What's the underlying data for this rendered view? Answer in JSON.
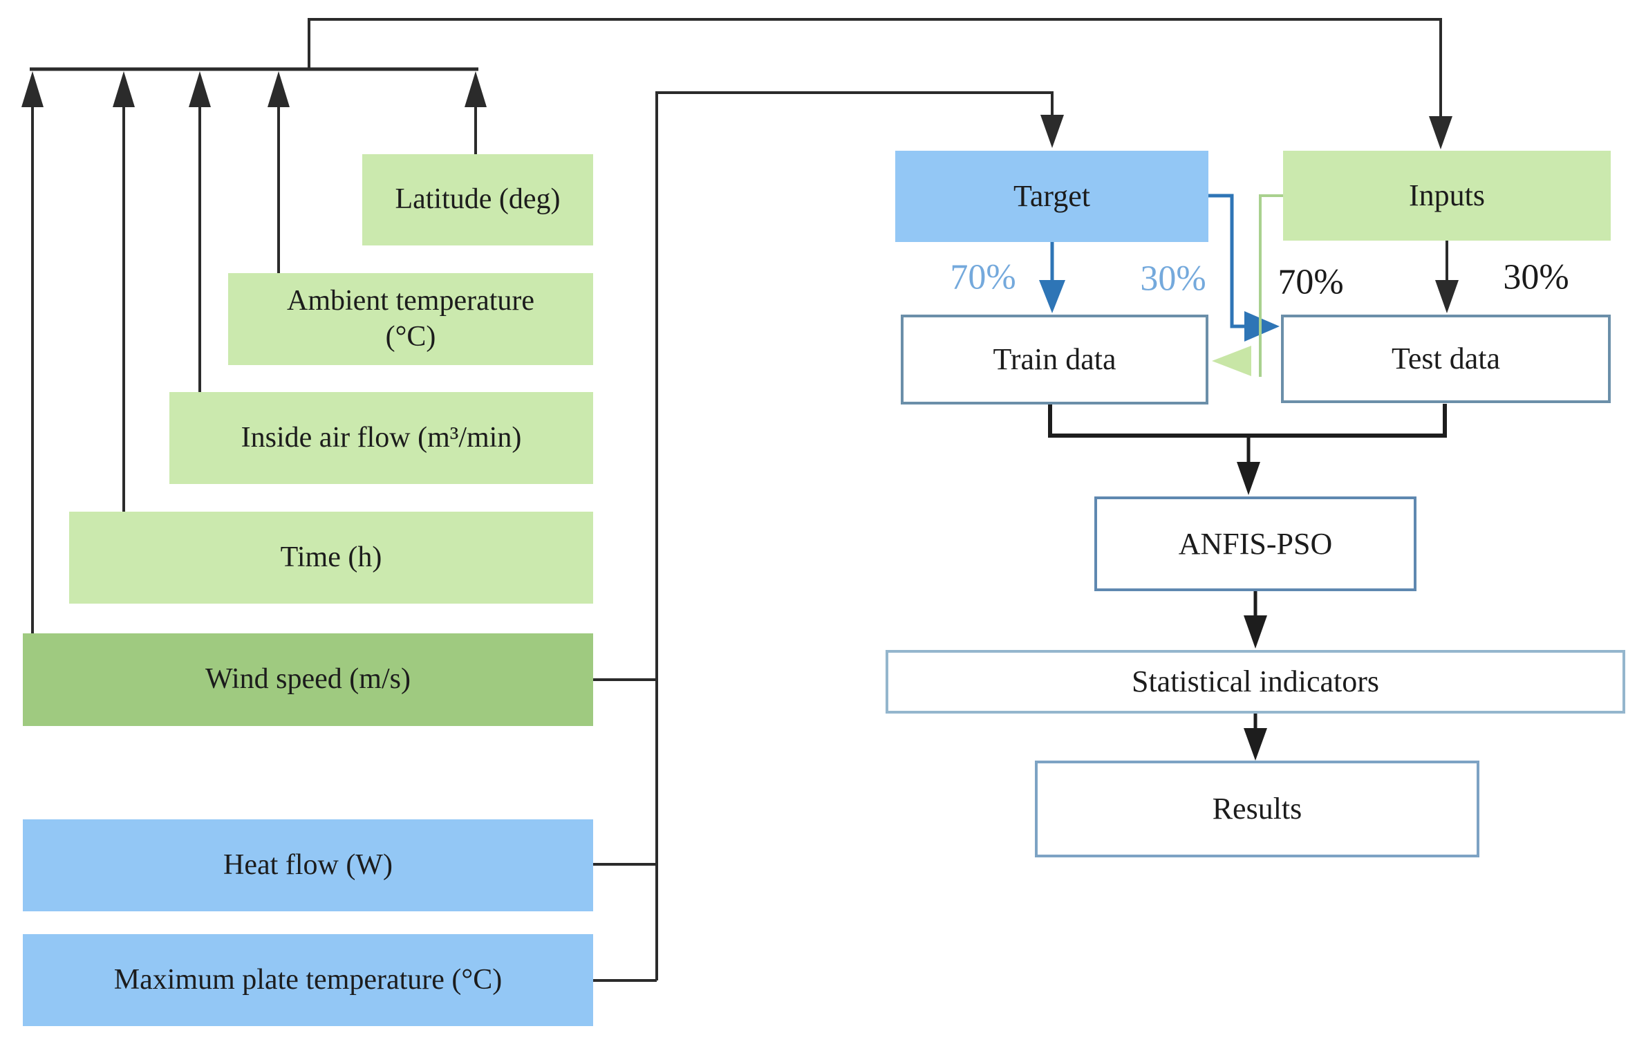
{
  "nodes": {
    "latitude": "Latitude (deg)",
    "ambient_line1": "Ambient temperature",
    "ambient_line2": "(°C)",
    "inside_air_flow": "Inside air flow (m³/min)",
    "time": "Time (h)",
    "wind_speed": "Wind speed (m/s)",
    "heat_flow": "Heat flow (W)",
    "max_plate_temperature": "Maximum plate temperature (°C)",
    "target": "Target",
    "inputs": "Inputs",
    "train_data": "Train data",
    "test_data": "Test data",
    "anfis_pso": "ANFIS-PSO",
    "statistical_indicators": "Statistical indicators",
    "results": "Results"
  },
  "split_labels": {
    "target_to_train_pct": "70%",
    "target_to_test_pct": "30%",
    "inputs_to_train_pct": "70%",
    "inputs_to_test_pct": "30%"
  },
  "colors": {
    "light_green_fill": "#cbe9ae",
    "dark_green_fill": "#9fca80",
    "blue_fill": "#93c7f5",
    "white_box_border": "#6b8fa9",
    "black_connector": "#2b2b2b",
    "blue_connector": "#2e75b6",
    "blue_label_text": "#74a9dc",
    "green_connector": "#a9d18e",
    "green_arrow_fill": "#c8e6a6"
  }
}
